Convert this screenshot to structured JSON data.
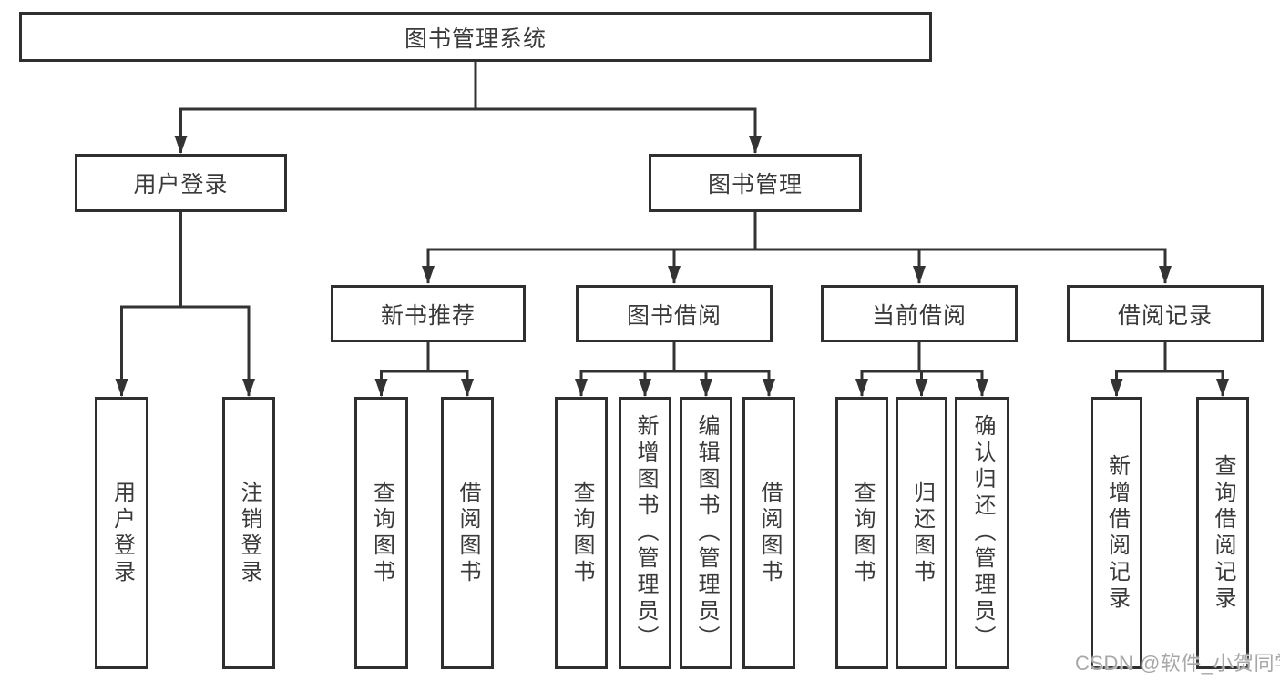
{
  "tree": {
    "root": {
      "label": "图书管理系统"
    },
    "branches": [
      {
        "label": "用户登录",
        "children": [
          {
            "label": "用户登录"
          },
          {
            "label": "注销登录"
          }
        ]
      },
      {
        "label": "图书管理",
        "children": [
          {
            "label": "新书推荐",
            "children": [
              {
                "label": "查询图书"
              },
              {
                "label": "借阅图书"
              }
            ]
          },
          {
            "label": "图书借阅",
            "children": [
              {
                "label": "查询图书"
              },
              {
                "label": "新增图书（管理员）"
              },
              {
                "label": "编辑图书（管理员）"
              },
              {
                "label": "借阅图书"
              }
            ]
          },
          {
            "label": "当前借阅",
            "children": [
              {
                "label": "查询图书"
              },
              {
                "label": "归还图书"
              },
              {
                "label": "确认归还（管理员）"
              }
            ]
          },
          {
            "label": "借阅记录",
            "children": [
              {
                "label": "新增借阅记录"
              },
              {
                "label": "查询借阅记录"
              }
            ]
          }
        ]
      }
    ]
  },
  "watermark": "CSDN @软件_小贺同学",
  "colors": {
    "line": "#333333",
    "box_border": "#2f2f2f",
    "text": "#3a3a3a",
    "watermark": "#a8a8a8",
    "background": "#ffffff"
  }
}
